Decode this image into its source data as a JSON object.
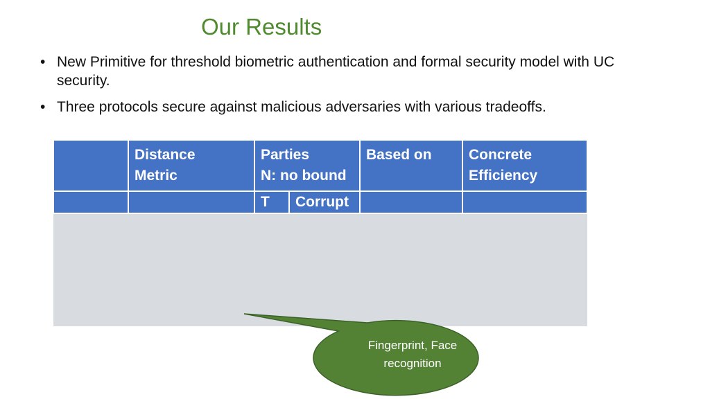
{
  "slide": {
    "title": "Our Results",
    "bullets": [
      "New Primitive for threshold biometric authentication and formal security model with UC security.",
      "Three protocols secure against malicious adversaries with various tradeoffs."
    ],
    "bullet_glyph": "•"
  },
  "table": {
    "header": {
      "distance_metric": [
        "Distance",
        "Metric"
      ],
      "parties": [
        "Parties",
        "N: no bound"
      ],
      "based_on": "Based on",
      "concrete_efficiency": [
        "Concrete",
        "Efficiency"
      ]
    },
    "subheader": {
      "t": "T",
      "corrupt": "Corrupt"
    }
  },
  "callout": {
    "text": "Fingerprint, Face recognition"
  },
  "colors": {
    "title": "#4f8a2f",
    "table_header": "#4472c4",
    "table_body": "#d8dce1",
    "callout_fill": "#548235"
  }
}
